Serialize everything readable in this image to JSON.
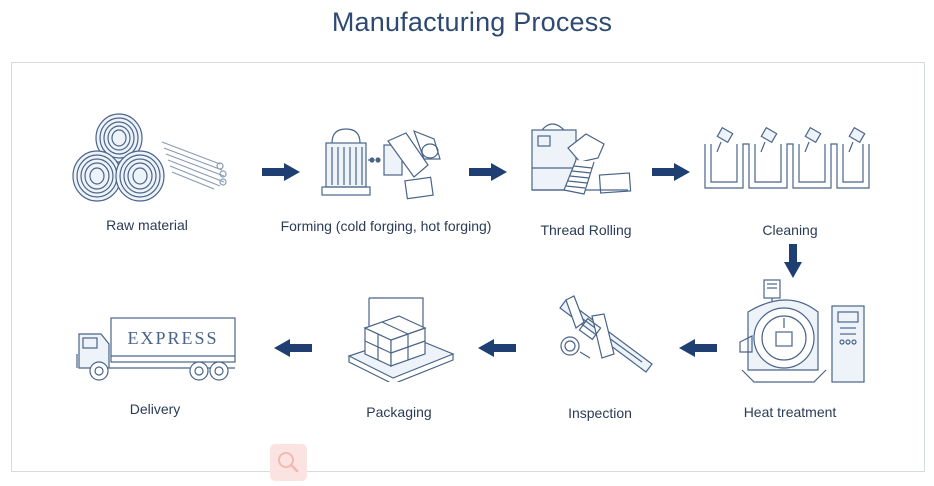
{
  "title": "Manufacturing Process",
  "stages": {
    "raw_material": "Raw material",
    "forming": "Forming (cold forging, hot forging)",
    "thread_rolling": "Thread Rolling",
    "cleaning": "Cleaning",
    "heat_treatment": "Heat treatment",
    "inspection": "Inspection",
    "packaging": "Packaging",
    "delivery": "Delivery"
  },
  "truck_text": "EXPRESS",
  "colors": {
    "title": "#2e4a73",
    "line": "#4a6488",
    "arrow": "#1f3f73",
    "label": "#2b3b55",
    "fill_light": "#eef3fa"
  },
  "icons": {
    "search_badge": "search-icon"
  }
}
